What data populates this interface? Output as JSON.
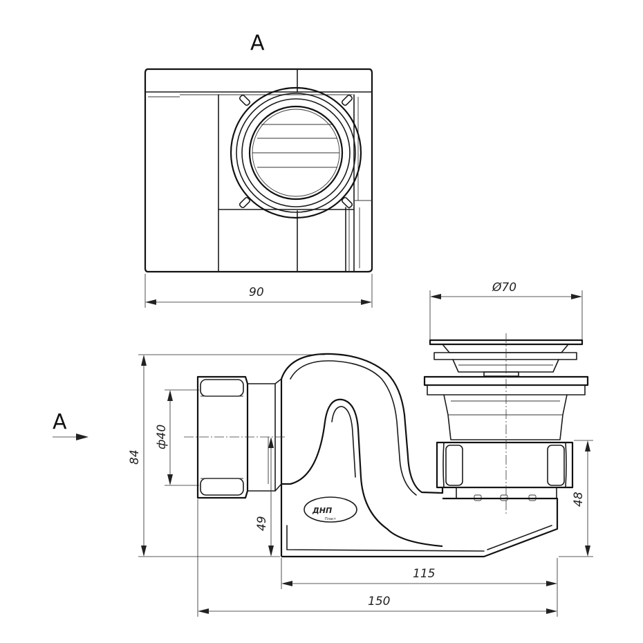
{
  "view": {
    "section_label": "A",
    "arrow_label": "A"
  },
  "dimensions": {
    "width_top": "90",
    "outlet_diameter": "Ø70",
    "inlet_diameter": "ф40",
    "total_height": "84",
    "inlet_axis_height": "49",
    "outlet_height": "48",
    "base_length": "115",
    "total_length": "150"
  },
  "logo": {
    "text": "ДНП",
    "subtext": "Пласт"
  },
  "colors": {
    "line": "#1a1a1a",
    "background": "#ffffff"
  }
}
